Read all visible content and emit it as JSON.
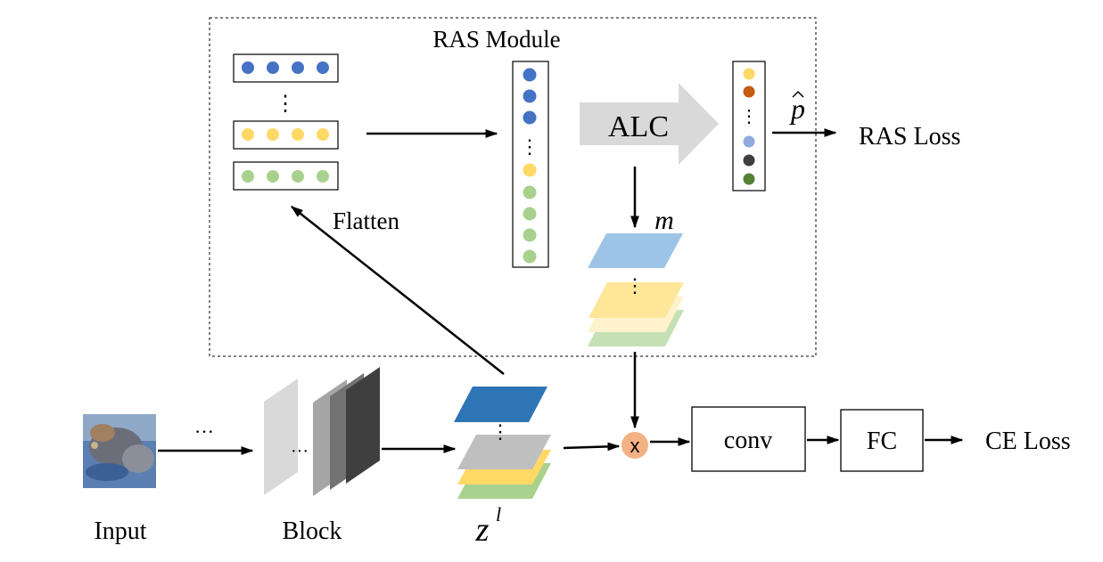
{
  "module": {
    "title": "RAS Module"
  },
  "labels": {
    "flatten": "Flatten",
    "alc": "ALC",
    "p_hat": "p",
    "ras_loss": "RAS Loss",
    "m": "m",
    "input": "Input",
    "block": "Block",
    "z": "z",
    "z_sup": "l",
    "conv": "conv",
    "fc": "FC",
    "ce_loss": "CE Loss",
    "multiply": "x",
    "ellipsis_h": "···",
    "ellipsis_v": "⋮"
  },
  "colors": {
    "blue": "#4472c4",
    "yellow": "#ffd966",
    "green": "#a9d18e",
    "light_blue": "#9dc3e6",
    "light_yellow": "#ffe699",
    "light_green": "#c5e0b4",
    "dark_blue": "#2e75b6",
    "gray_plane": "#bfbfbf",
    "orange_dot": "#c55a11",
    "periwinkle": "#8faadc",
    "dark_gray": "#404040",
    "dark_green": "#548235",
    "multiply": "#f4b183",
    "alc_arrow": "#d9d9d9"
  }
}
